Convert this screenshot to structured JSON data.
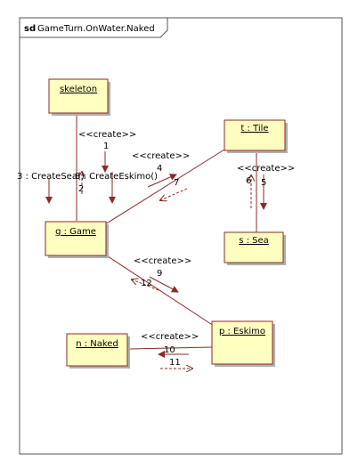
{
  "diagram": {
    "frame_prefix": "sd",
    "frame_title": "GameTurn.OnWater.Naked",
    "objects": {
      "skeleton": "skeleton",
      "game": "g : Game",
      "tile": "t : Tile",
      "sea": "s : Sea",
      "eskimo": "p : Eskimo",
      "naked": "n : Naked"
    },
    "stereotype": "<<create>>",
    "messages": {
      "m1": "1",
      "m2": "2",
      "m3": "3 : CreateSea()",
      "m4": "4",
      "m5": "5",
      "m6": "6",
      "m7": "7",
      "m8": "8 : CreateEskimo()",
      "m9": "9",
      "m10": "10",
      "m11": "11",
      "m12": "12"
    }
  }
}
